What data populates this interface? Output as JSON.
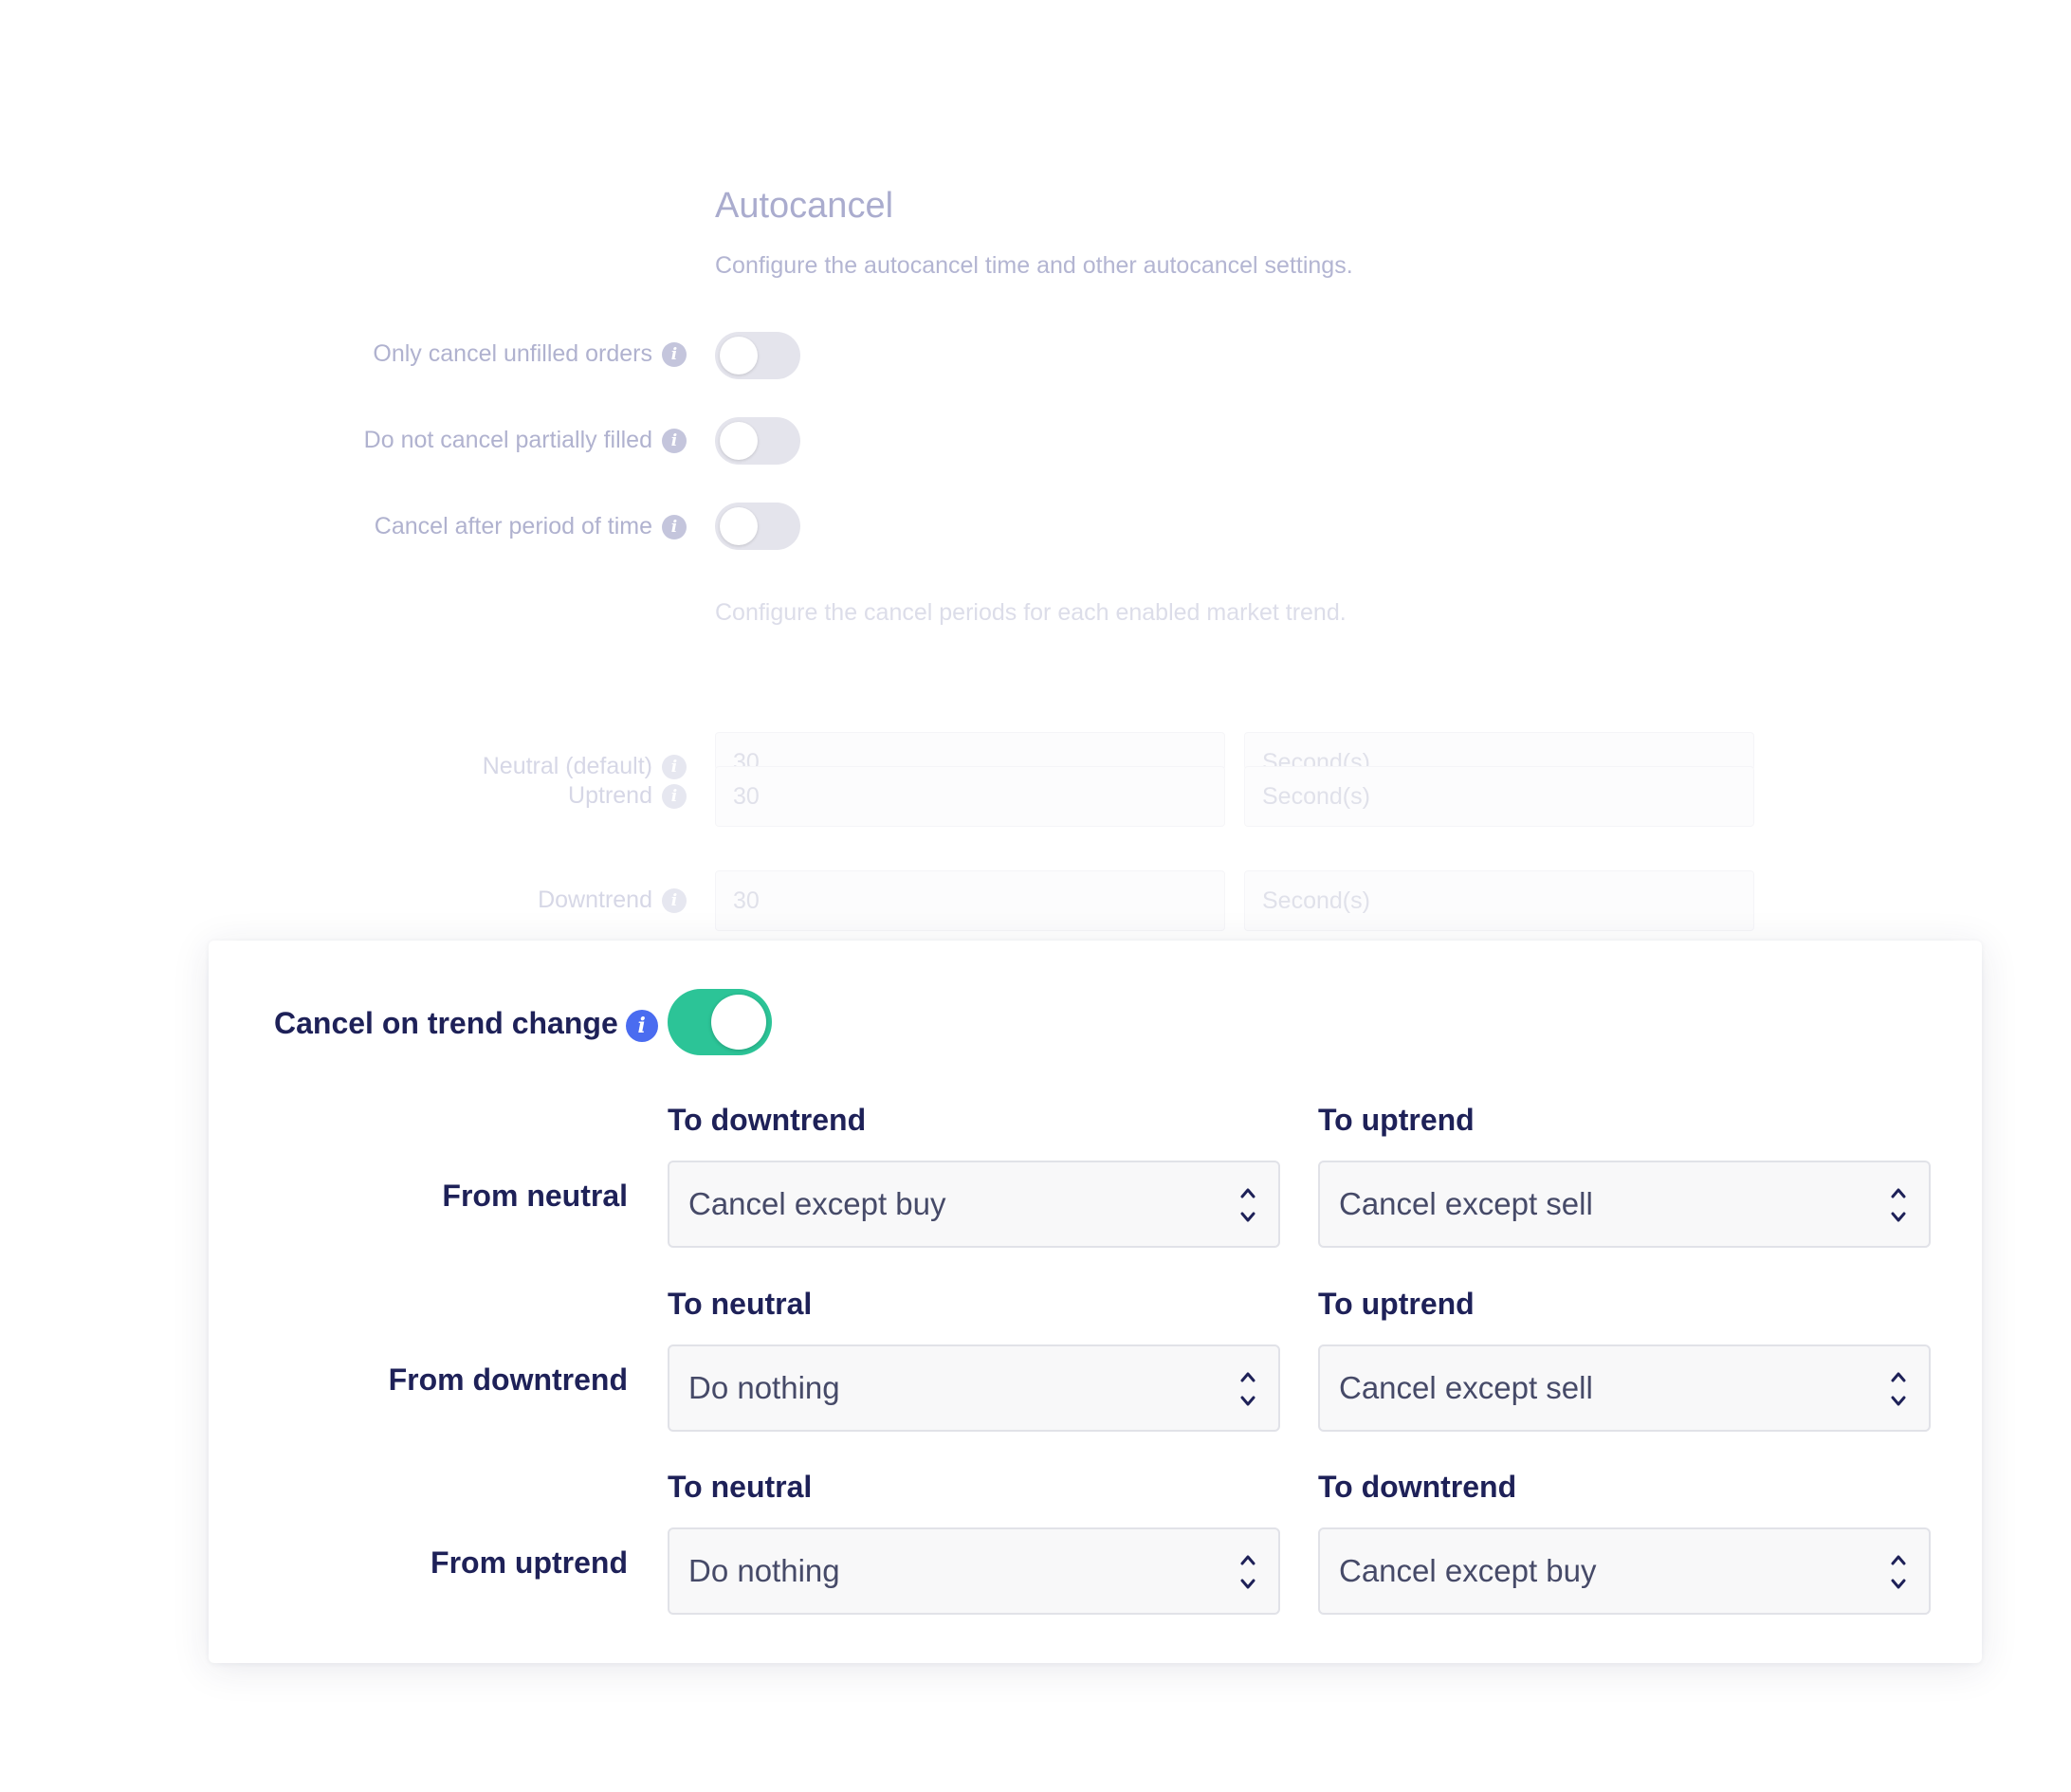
{
  "autocancel": {
    "title": "Autocancel",
    "description": "Configure the autocancel time and other autocancel settings.",
    "settings": [
      {
        "label": "Only cancel unfilled orders",
        "enabled": false
      },
      {
        "label": "Do not cancel partially filled",
        "enabled": false
      },
      {
        "label": "Cancel after period of time",
        "enabled": false
      }
    ],
    "period_description": "Configure the cancel periods for each enabled market trend.",
    "periods": [
      {
        "label": "Neutral (default)",
        "value": "30",
        "unit": "Second(s)"
      },
      {
        "label": "Uptrend",
        "value": "30",
        "unit": "Second(s)"
      },
      {
        "label": "Downtrend",
        "value": "30",
        "unit": "Second(s)"
      }
    ]
  },
  "trend_change": {
    "label": "Cancel on trend change",
    "enabled": true,
    "info_icon": "i",
    "rows": [
      {
        "from": "From neutral",
        "targets": [
          {
            "to": "To downtrend",
            "value": "Cancel except buy"
          },
          {
            "to": "To uptrend",
            "value": "Cancel except sell"
          }
        ]
      },
      {
        "from": "From downtrend",
        "targets": [
          {
            "to": "To neutral",
            "value": "Do nothing"
          },
          {
            "to": "To uptrend",
            "value": "Cancel except sell"
          }
        ]
      },
      {
        "from": "From uptrend",
        "targets": [
          {
            "to": "To neutral",
            "value": "Do nothing"
          },
          {
            "to": "To downtrend",
            "value": "Cancel except buy"
          }
        ]
      }
    ]
  },
  "colors": {
    "accent_green": "#2cc497",
    "info_blue": "#4a6cf0",
    "heading_navy": "#1e2158"
  },
  "icons": {
    "info": "info-icon",
    "select_arrows": "chevron-up-down-icon"
  }
}
